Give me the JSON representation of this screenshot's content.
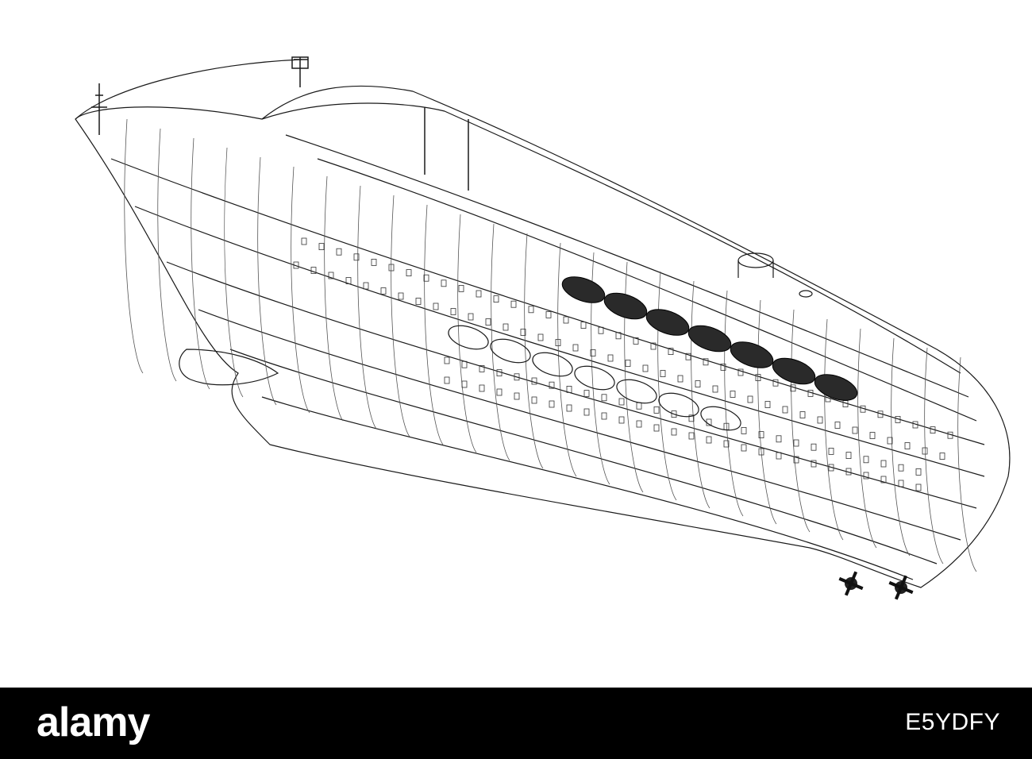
{
  "footer": {
    "brand": "alamy",
    "stock_id": "E5YDFY",
    "background": "#000000",
    "text_color": "#ffffff"
  },
  "image": {
    "icon": "cruise-ship-wireframe-icon",
    "lifeboat_count": 7,
    "tender_count": 7,
    "propeller_count": 2,
    "line_color": "#1a1a1a",
    "background": "#ffffff"
  }
}
